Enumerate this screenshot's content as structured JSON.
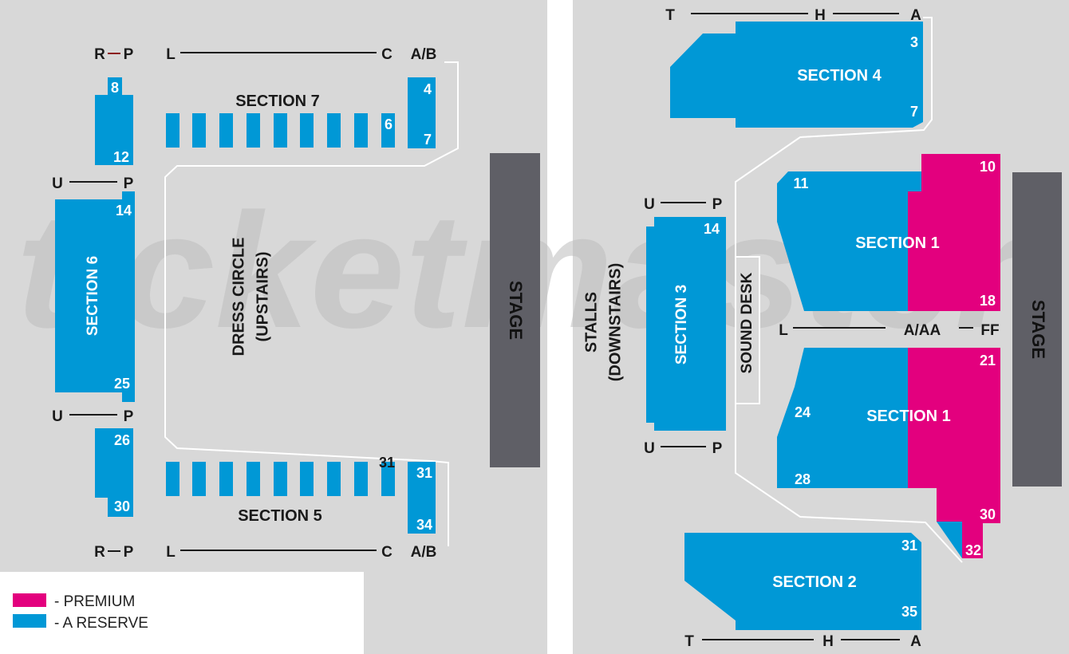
{
  "colors": {
    "premium": "#E3007E",
    "a_reserve": "#0098D6",
    "background": "#D8D8D8",
    "stage": "#5F5F66",
    "sound_desk": "#D9D9D9",
    "text": "#1A1A1A",
    "seat_text": "#FFFFFF",
    "watermark": "#BDBDBD"
  },
  "watermark": {
    "text": "ticketmaster",
    "mark": "®"
  },
  "legend": {
    "items": [
      {
        "label": "- PREMIUM",
        "swatch": "premium"
      },
      {
        "label": "- A RESERVE",
        "swatch": "a_reserve"
      }
    ]
  },
  "dress_circle": {
    "title_line1": "DRESS CIRCLE",
    "title_line2": "(UPSTAIRS)",
    "stage_label": "STAGE",
    "section7": {
      "name": "SECTION 7",
      "row_top_left": "R",
      "row_top_right": "P",
      "row_lc_left": "L",
      "row_lc_right": "C",
      "row_ab": "A/B",
      "seat_8": "8",
      "seat_12": "12",
      "seat_6": "6",
      "seat_4": "4",
      "seat_7": "7"
    },
    "section6": {
      "name": "SECTION 6",
      "row_u": "U",
      "row_p": "P",
      "seat_14": "14",
      "seat_25": "25"
    },
    "section5": {
      "name": "SECTION 5",
      "row_u": "U",
      "row_p": "P",
      "row_bottom_left": "R",
      "row_bottom_right": "P",
      "row_lc_left": "L",
      "row_lc_right": "C",
      "row_ab": "A/B",
      "seat_26": "26",
      "seat_30": "30",
      "seat_31_outer": "31",
      "seat_31": "31",
      "seat_34": "34"
    }
  },
  "stalls": {
    "title_line1": "STALLS",
    "title_line2": "(DOWNSTAIRS)",
    "stage_label": "STAGE",
    "sound_desk": "SOUND DESK",
    "section4": {
      "name": "SECTION 4",
      "row_t": "T",
      "row_h": "H",
      "row_a": "A",
      "seat_3": "3",
      "seat_7": "7"
    },
    "section1_upper": {
      "name": "SECTION 1",
      "seat_11": "11",
      "seat_10": "10",
      "seat_18": "18"
    },
    "row_mid": {
      "left": "L",
      "middle": "A/AA",
      "right": "FF"
    },
    "section1_lower": {
      "name": "SECTION 1",
      "seat_21": "21",
      "seat_24": "24",
      "seat_28": "28",
      "seat_30": "30",
      "seat_32": "32"
    },
    "section3": {
      "name": "SECTION 3",
      "row_u_top": "U",
      "row_p_top": "P",
      "row_u_bottom": "U",
      "row_p_bottom": "P",
      "seat_14": "14"
    },
    "section2": {
      "name": "SECTION 2",
      "row_t": "T",
      "row_h": "H",
      "row_a": "A",
      "seat_31": "31",
      "seat_35": "35"
    }
  }
}
